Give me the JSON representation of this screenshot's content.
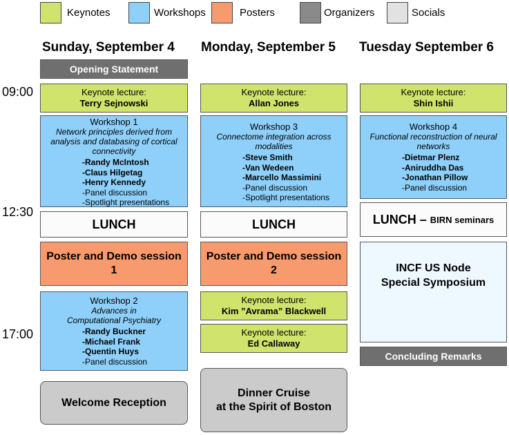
{
  "legend": [
    {
      "label": "Keynotes",
      "color": "#cfe36d"
    },
    {
      "label": "Workshops",
      "color": "#8ed0fa"
    },
    {
      "label": "Posters",
      "color": "#f79a6e"
    },
    {
      "label": "Organizers",
      "color": "#8a8a8a"
    },
    {
      "label": "Socials",
      "color": "#e2e2e2"
    }
  ],
  "days": [
    "Sunday, September 4",
    "Monday, September 5",
    "Tuesday September 6"
  ],
  "times": [
    "09:00",
    "12:30",
    "17:00"
  ],
  "sunday": {
    "opening": "Opening Statement",
    "keynote": {
      "label": "Keynote lecture:",
      "speaker": "Terry Sejnowski"
    },
    "workshop1": {
      "title": "Workshop 1",
      "subtitle": "Network principles derived from analysis and databasing of cortical connectivity",
      "items": [
        "-Randy McIntosh",
        "-Claus Hilgetag",
        "-Henry Kennedy",
        "-Panel discussion",
        "-Spotlight presentations"
      ]
    },
    "lunch": "LUNCH",
    "poster": {
      "line1": "Poster and Demo session",
      "line2": "1"
    },
    "workshop2": {
      "title": "Workshop 2",
      "subtitle": "Advances in Computational Psychiatry",
      "items": [
        "-Randy Buckner",
        "-Michael Frank",
        "-Quentin Huys",
        "-Panel discussion"
      ]
    },
    "social": "Welcome Reception"
  },
  "monday": {
    "keynote": {
      "label": "Keynote lecture:",
      "speaker": "Allan Jones"
    },
    "workshop3": {
      "title": "Workshop 3",
      "subtitle": "Connectome integration across modalities",
      "items": [
        "-Steve Smith",
        "-Van Wedeen",
        "-Marcello Massimini",
        "-Panel discussion",
        "-Spotlight presentations"
      ]
    },
    "lunch": "LUNCH",
    "poster": {
      "line1": "Poster and Demo session",
      "line2": "2"
    },
    "keynote2": {
      "label": "Keynote lecture:",
      "speaker": "Kim ”Avrama” Blackwell"
    },
    "keynote3": {
      "label": "Keynote lecture:",
      "speaker": "Ed Callaway"
    },
    "social": {
      "line1": "Dinner Cruise",
      "line2": "at the Spirit of Boston"
    }
  },
  "tuesday": {
    "keynote": {
      "label": "Keynote lecture:",
      "speaker": "Shin Ishii"
    },
    "workshop4": {
      "title": "Workshop 4",
      "subtitle": "Functional reconstruction of neural networks",
      "items": [
        "-Dietmar Plenz",
        "-Aniruddha Das",
        "-Jonathan Pillow",
        "-Panel discussion"
      ]
    },
    "lunch": {
      "main": "LUNCH –",
      "sub": "BIRN seminars"
    },
    "symposium": {
      "line1": "INCF US Node",
      "line2": "Special Symposium"
    },
    "concluding": "Concluding Remarks"
  }
}
